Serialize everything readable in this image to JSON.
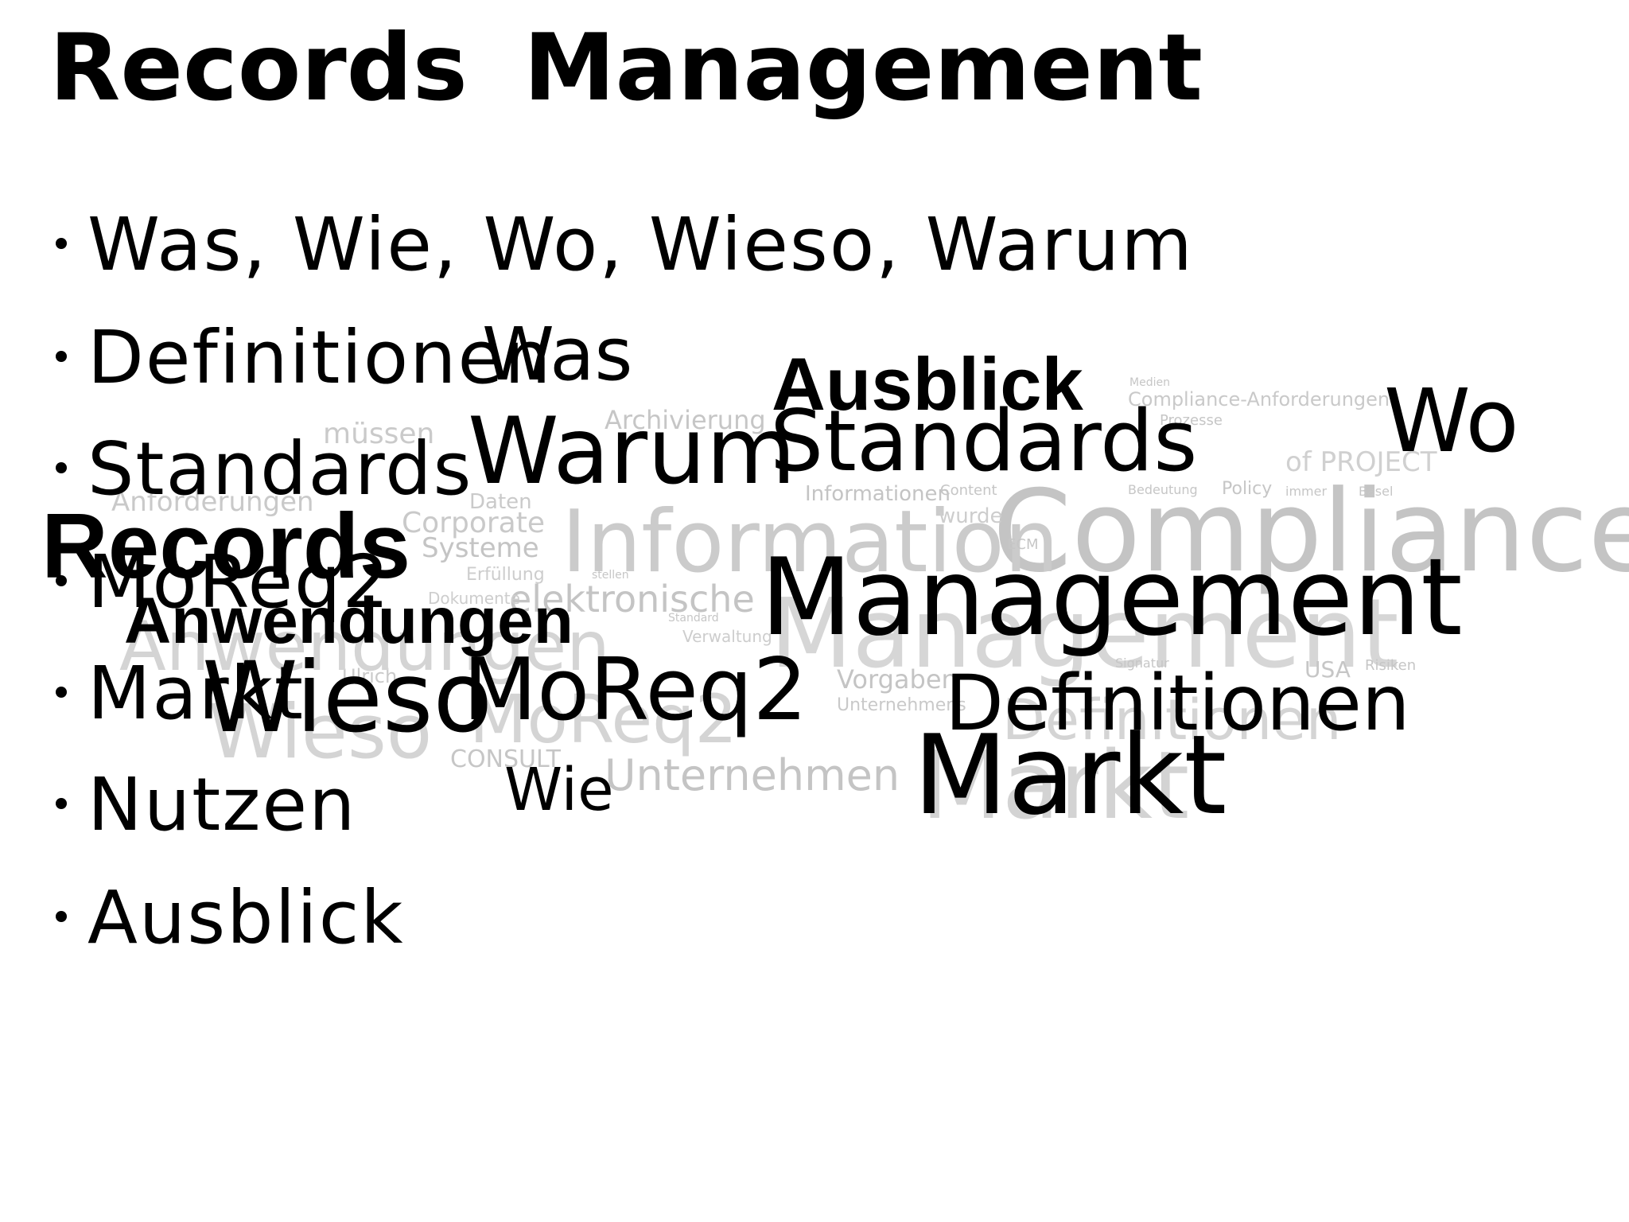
{
  "slide": {
    "title": "Records Management",
    "bullets": [
      "Was, Wie, Wo, Wieso, Warum",
      "Definitionen",
      "Standards",
      "MoReq2",
      "Markt",
      "Nutzen",
      "Ausblick"
    ]
  },
  "word_cloud": {
    "foreground": [
      "Was",
      "Ausblick",
      "Wo",
      "Warum",
      "Standards",
      "Records",
      "Anwendungen",
      "Management",
      "Wieso",
      "MoReq2",
      "Definitionen",
      "Markt",
      "Wie"
    ],
    "background": [
      "Compliance",
      "Information",
      "Management",
      "Markt",
      "Unternehmen",
      "elektronische",
      "Systeme",
      "Corporate",
      "Anforderungen",
      "müssen",
      "Archivierung",
      "Informationen",
      "Compliance-Anforderungen",
      "of PROJECT",
      "Policy",
      "Vorgaben",
      "Unternehmens",
      "CONSULT",
      "Daten",
      "Erfüllung",
      "Verwaltung",
      "Dokumente",
      "Ulrich",
      "Prozesse",
      "USA",
      "Risiken",
      "Content",
      "wurde",
      "ECM",
      "Medien",
      "immer",
      "Basel",
      "stellen",
      "Standard",
      "Signatur",
      "Bedeutung",
      "Anwendungen",
      "Wieso",
      "MoReq2",
      "Definitionen"
    ]
  },
  "colors": {
    "text": "#000000",
    "background": "#ffffff",
    "cloud_strong": "#bdbdbd",
    "cloud_light": "#d6d6d6"
  }
}
